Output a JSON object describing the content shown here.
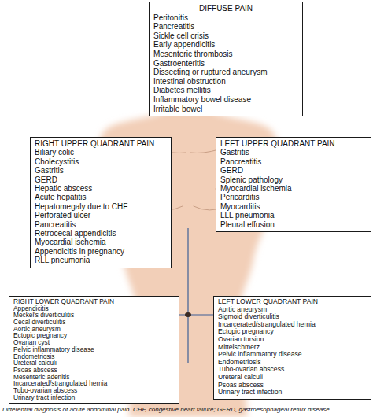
{
  "diagram": {
    "caption": "Differential diagnosis of acute abdominal pain. CHF, congestive heart failure; GERD, gastroesophageal reflux disease.",
    "nodes": [
      {
        "text": [
          "DIFFUSE PAIN",
          "Peritonitis",
          "Pancreatitis",
          "Sickle cell crisis",
          "Early appendicitis",
          "Mesenteric thrombosis",
          "Gastroenteritis",
          "Dissecting or ruptured aneurysm",
          "Intestinal obstruction",
          "Diabetes mellitis",
          "Inflammatory bowel disease",
          "Irritable bowel"
        ]
      },
      {
        "text": [
          "RIGHT UPPER QUADRANT PAIN",
          "Biliary colic",
          "Cholecystitis",
          "Gastritis",
          "GERD",
          "Hepatic abscess",
          "Acute hepatitis",
          "Hepatomegaly due to CHF",
          "Perforated ulcer",
          "Pancreatitis",
          "Retrocecal appendicitis",
          "Myocardial ischemia",
          "Appendicitis in pregnancy",
          "RLL pneumonia"
        ]
      },
      {
        "text": [
          "LEFT UPPER QUADRANT PAIN",
          "Gastritis",
          "Pancreatitis",
          "GERD",
          "Splenic pathology",
          "Myocardial ischemia",
          "Pericarditis",
          "Myocarditis",
          "LLL pneumonia",
          "Pleural effusion"
        ]
      },
      {
        "text": [
          "RIGHT LOWER QUADRANT PAIN",
          "Appendicitis",
          "Meckel's diverticulitis",
          "Cecal diverticulitis",
          "Aortic aneurysm",
          "Ectopic pregnancy",
          "Ovarian cyst",
          "Pelvic inflammatory disease",
          "Endometriosis",
          "Ureteral calculi",
          "Psoas abscess",
          "Mesenteric adenitis",
          "Incarcerated/strangulated hernia",
          "Tubo-ovarian abscess",
          "Urinary tract infection"
        ]
      },
      {
        "text": [
          "LEFT LOWER QUADRANT PAIN",
          "Aortic aneurysm",
          "Sigmoid diverticulitis",
          "Incarcerated/strangulated hernia",
          "Ectopic pregnancy",
          "Ovarian torsion",
          "Mittelschmerz",
          "Pelvic inflammatory disease",
          "Endometriosis",
          "Tubo-ovarian abscess",
          "Ureteral calculi",
          "Psoas abscess",
          "Urinary tract infection"
        ]
      }
    ]
  }
}
